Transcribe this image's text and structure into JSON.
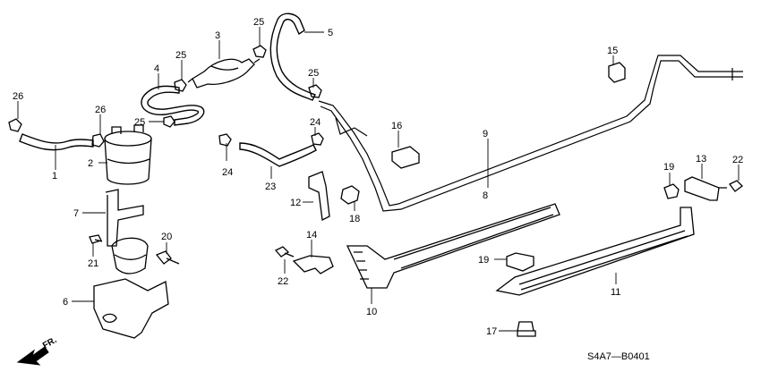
{
  "diagram": {
    "code": "S4A7—B0401",
    "direction_label": "FR.",
    "callouts": [
      {
        "id": "c26a",
        "label": "26"
      },
      {
        "id": "c1",
        "label": "1"
      },
      {
        "id": "c26b",
        "label": "26"
      },
      {
        "id": "c2",
        "label": "2"
      },
      {
        "id": "c4",
        "label": "4"
      },
      {
        "id": "c25a",
        "label": "25"
      },
      {
        "id": "c25b",
        "label": "25"
      },
      {
        "id": "c3",
        "label": "3"
      },
      {
        "id": "c25c",
        "label": "25"
      },
      {
        "id": "c5",
        "label": "5"
      },
      {
        "id": "c25d",
        "label": "25"
      },
      {
        "id": "c24a",
        "label": "24"
      },
      {
        "id": "c24b",
        "label": "24"
      },
      {
        "id": "c23",
        "label": "23"
      },
      {
        "id": "c7",
        "label": "7"
      },
      {
        "id": "c21",
        "label": "21"
      },
      {
        "id": "c20",
        "label": "20"
      },
      {
        "id": "c6",
        "label": "6"
      },
      {
        "id": "c12",
        "label": "12"
      },
      {
        "id": "c18",
        "label": "18"
      },
      {
        "id": "c16",
        "label": "16"
      },
      {
        "id": "c15",
        "label": "15"
      },
      {
        "id": "c9",
        "label": "9"
      },
      {
        "id": "c8",
        "label": "8"
      },
      {
        "id": "c14",
        "label": "14"
      },
      {
        "id": "c22a",
        "label": "22"
      },
      {
        "id": "c10",
        "label": "10"
      },
      {
        "id": "c19a",
        "label": "19"
      },
      {
        "id": "c13",
        "label": "13"
      },
      {
        "id": "c22b",
        "label": "22"
      },
      {
        "id": "c19b",
        "label": "19"
      },
      {
        "id": "c11",
        "label": "11"
      },
      {
        "id": "c17",
        "label": "17"
      }
    ]
  }
}
